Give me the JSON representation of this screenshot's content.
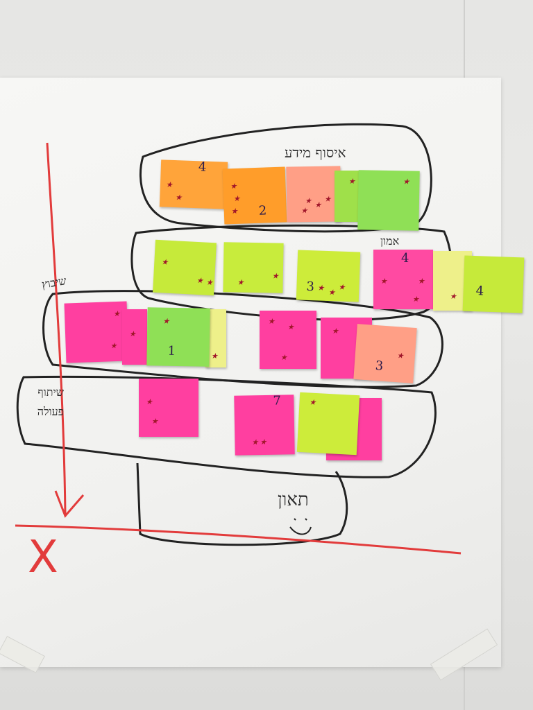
{
  "photo": {
    "zones": [
      {
        "id": "zone-1",
        "label": "איסוף מידע"
      },
      {
        "id": "zone-2",
        "label": "אמון"
      },
      {
        "id": "zone-3",
        "label": "שיבוץ"
      },
      {
        "id": "zone-4",
        "label": "שיתוף פעולה"
      },
      {
        "id": "zone-5",
        "label": "תאון"
      }
    ],
    "axis_mark": "X",
    "colors": {
      "orange": "#ffa43a",
      "salmon": "#ff9f86",
      "green": "#a8e04a",
      "lime": "#cdec3a",
      "pink": "#ff3fa0",
      "pale_yellow": "#eef08a",
      "red_marker": "#e23b3b",
      "black_marker": "#222222"
    },
    "notes": [
      {
        "id": "n1",
        "color": "orange",
        "number": "4"
      },
      {
        "id": "n2",
        "color": "orange",
        "number": "2"
      },
      {
        "id": "n3",
        "color": "salmon",
        "number": ""
      },
      {
        "id": "n4",
        "color": "green",
        "number": ""
      },
      {
        "id": "n5",
        "color": "green",
        "number": ""
      },
      {
        "id": "n6",
        "color": "lime",
        "number": ""
      },
      {
        "id": "n7",
        "color": "lime",
        "number": ""
      },
      {
        "id": "n8",
        "color": "lime",
        "number": "3"
      },
      {
        "id": "n9",
        "color": "pink",
        "number": "4"
      },
      {
        "id": "n10",
        "color": "pale_yellow",
        "number": ""
      },
      {
        "id": "n11",
        "color": "lime",
        "number": "4"
      },
      {
        "id": "n12",
        "color": "pink",
        "number": ""
      },
      {
        "id": "n13",
        "color": "pink",
        "number": ""
      },
      {
        "id": "n14",
        "color": "pale_yellow",
        "number": ""
      },
      {
        "id": "n15",
        "color": "green",
        "number": "1"
      },
      {
        "id": "n16",
        "color": "pink",
        "number": ""
      },
      {
        "id": "n17",
        "color": "pink",
        "number": ""
      },
      {
        "id": "n18",
        "color": "salmon",
        "number": "3"
      },
      {
        "id": "n19",
        "color": "pink",
        "number": ""
      },
      {
        "id": "n20",
        "color": "pink",
        "number": "7"
      },
      {
        "id": "n21",
        "color": "pink",
        "number": ""
      },
      {
        "id": "n22",
        "color": "lime",
        "number": ""
      }
    ]
  }
}
